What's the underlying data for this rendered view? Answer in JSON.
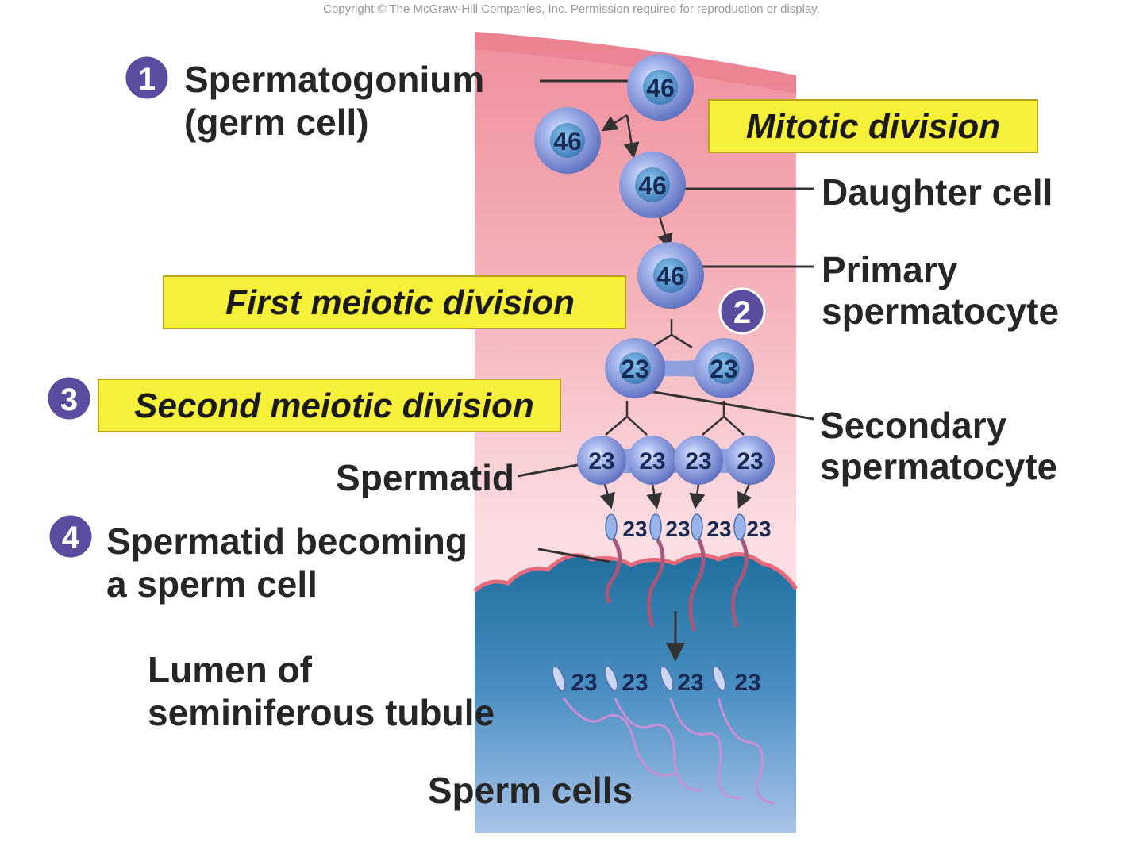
{
  "copyright": "Copyright © The McGraw-Hill Companies, Inc. Permission required for reproduction or display.",
  "steps": [
    "1",
    "2",
    "3",
    "4"
  ],
  "labels": {
    "spermatogonium_line1": "Spermatogonium",
    "spermatogonium_line2": "(germ cell)",
    "daughter_cell": "Daughter cell",
    "primary_line1": "Primary",
    "primary_line2": "spermatocyte",
    "secondary_line1": "Secondary",
    "secondary_line2": "spermatocyte",
    "spermatid": "Spermatid",
    "becoming_line1": "Spermatid becoming",
    "becoming_line2": "a sperm cell",
    "lumen_line1": "Lumen of",
    "lumen_line2": "seminiferous tubule",
    "sperm_cells": "Sperm cells"
  },
  "boxes": {
    "mitotic": "Mitotic division",
    "first_meiotic": "First meiotic division",
    "second_meiotic": "Second meiotic division"
  },
  "cells": {
    "spermatogonium": "46",
    "mitosis_left": "46",
    "daughter": "46",
    "primary": "46",
    "secondary": [
      "23",
      "23"
    ],
    "spermatids": [
      "23",
      "23",
      "23",
      "23"
    ],
    "maturing": [
      "23",
      "23",
      "23",
      "23"
    ],
    "sperm": [
      "23",
      "23",
      "23",
      "23"
    ]
  },
  "colors": {
    "label_box": "#f7f03a",
    "step_circle": "#5b4c9f",
    "tubule_wall": "#f3a6b0",
    "lumen": "#2a7fb0",
    "cell": "#7f92d6"
  }
}
